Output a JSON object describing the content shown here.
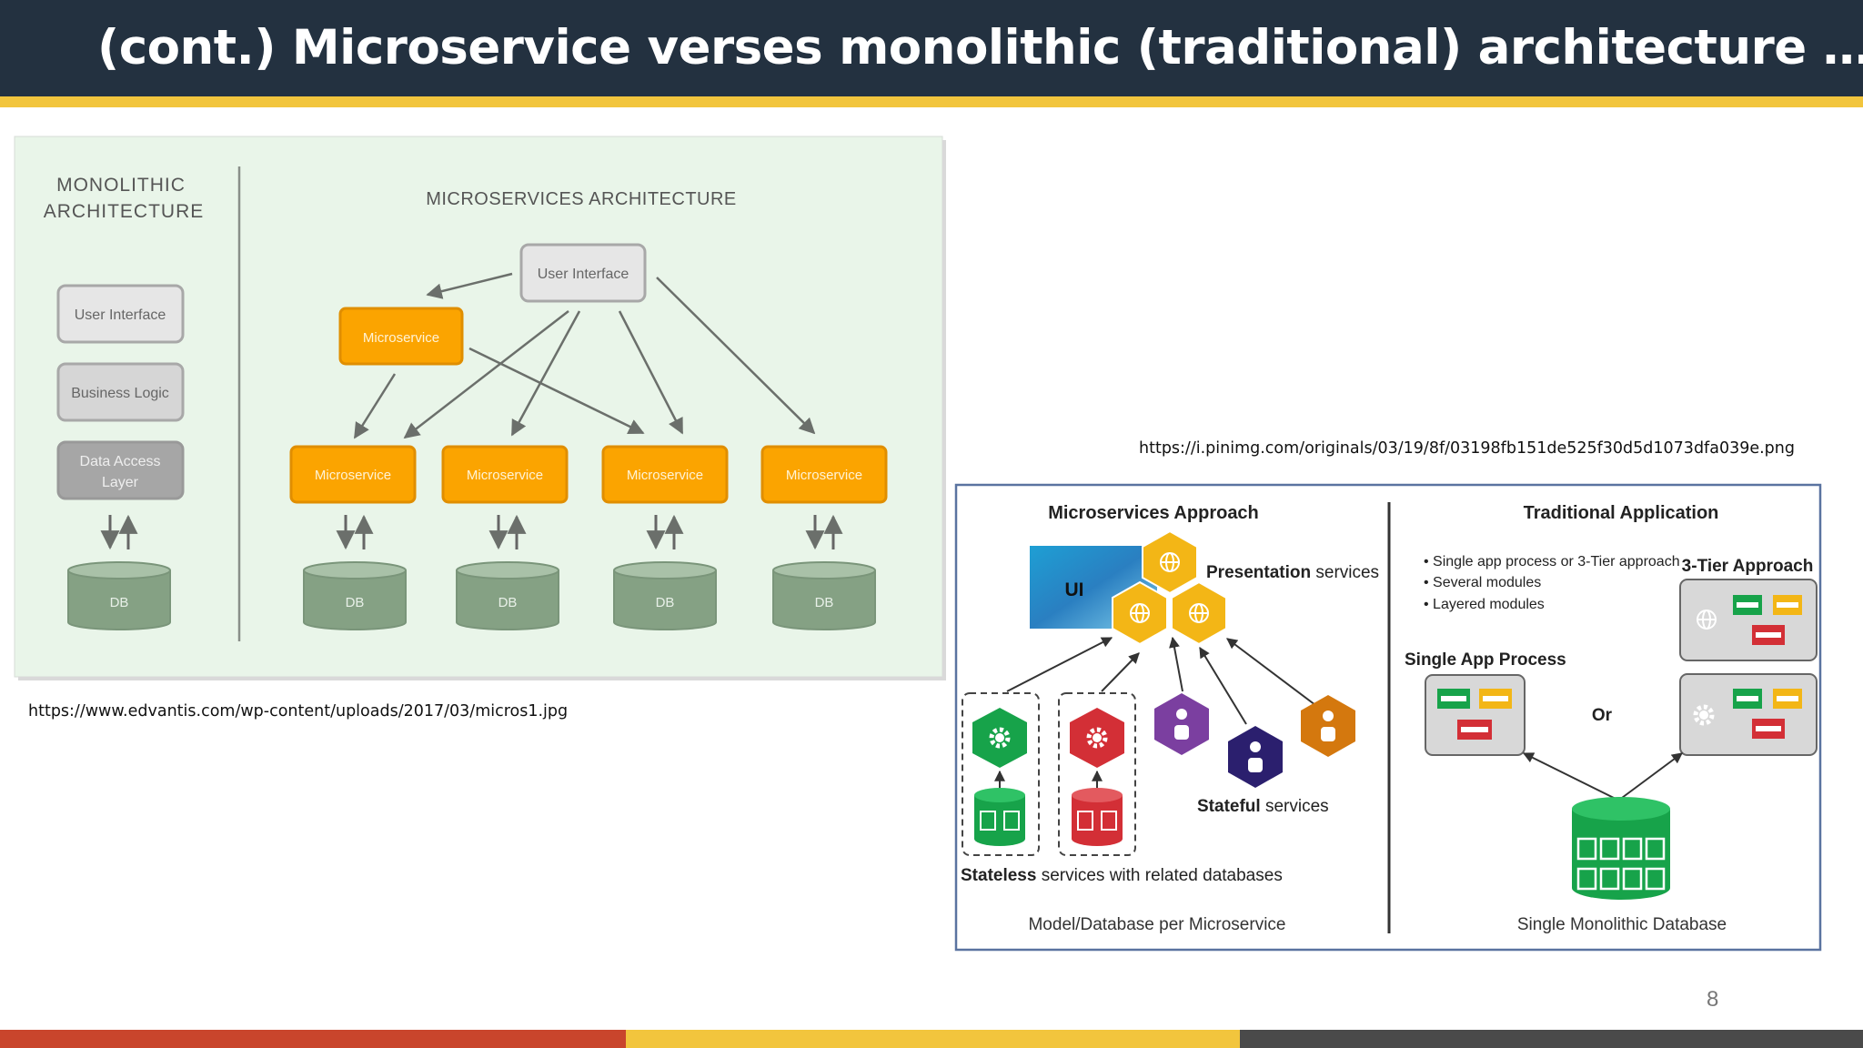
{
  "slide": {
    "title": "(cont.) Microservice verses monolithic (traditional) architecture …",
    "page_number": "8",
    "url_left": "https://www.edvantis.com/wp-content/uploads/2017/03/micros1.jpg",
    "url_right": "https://i.pinimg.com/originals/03/19/8f/03198fb151de525f30d5d1073dfa039e.png",
    "colors": {
      "header_bg": "#233140",
      "accent_yellow": "#f2c53d",
      "footer_red": "#c9452c",
      "footer_gray": "#4a4a4a"
    }
  },
  "left_diagram": {
    "mono_title_1": "MONOLITHIC",
    "mono_title_2": "ARCHITECTURE",
    "micro_title": "MICROSERVICES ARCHITECTURE",
    "mono_layers": [
      "User Interface",
      "Business Logic",
      "Data Access",
      "Layer"
    ],
    "db": "DB",
    "ui_label": "User Interface",
    "microservice": "Microservice"
  },
  "right_diagram": {
    "ms_title": "Microservices Approach",
    "trad_title": "Traditional Application",
    "ui": "UI",
    "presentation_bold": "Presentation",
    "presentation_rest": " services",
    "stateful_bold": "Stateful",
    "stateful_rest": " services",
    "stateless_bold": "Stateless",
    "stateless_rest": " services with related databases",
    "model_db": "Model/Database per Microservice",
    "bullets": [
      "Single app process or 3-Tier approach",
      "Several modules",
      "Layered modules"
    ],
    "three_tier": "3-Tier Approach",
    "single_app": "Single App Process",
    "or": "Or",
    "single_db": "Single Monolithic Database"
  }
}
